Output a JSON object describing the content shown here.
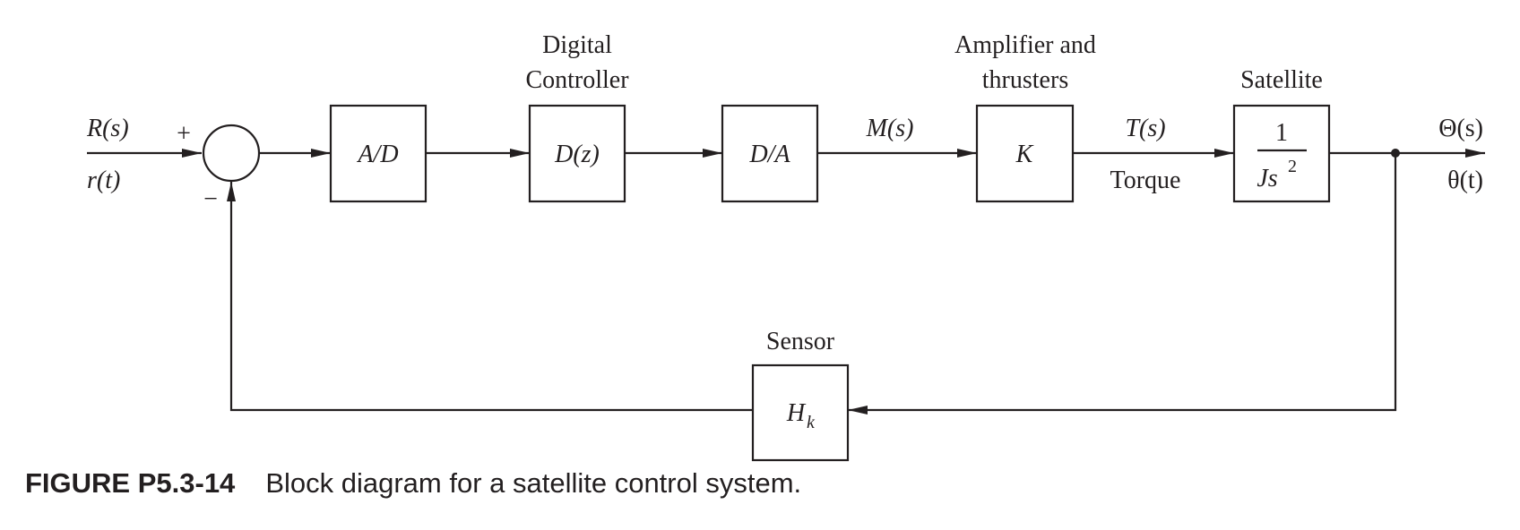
{
  "blocks": {
    "adc": "A/D",
    "controller_fn": "D(z)",
    "dac": "D/A",
    "gain": "K",
    "plant_numerator": "1",
    "plant_denominator": "Js",
    "plant_exponent": "2",
    "sensor_base": "H",
    "sensor_subscript": "k"
  },
  "block_titles": {
    "controller_line1": "Digital",
    "controller_line2": "Controller",
    "amplifier_line1": "Amplifier and",
    "amplifier_line2": "thrusters",
    "plant": "Satellite",
    "sensor": "Sensor"
  },
  "signals": {
    "input_s": "R(s)",
    "input_t": "r(t)",
    "plus": "+",
    "minus": "−",
    "dac_output": "M(s)",
    "torque_s": "T(s)",
    "torque_word": "Torque",
    "output_s": "Θ(s)",
    "output_t": "θ(t)"
  },
  "caption": {
    "label": "FIGURE P5.3-14",
    "text": "Block diagram for a satellite control system."
  }
}
